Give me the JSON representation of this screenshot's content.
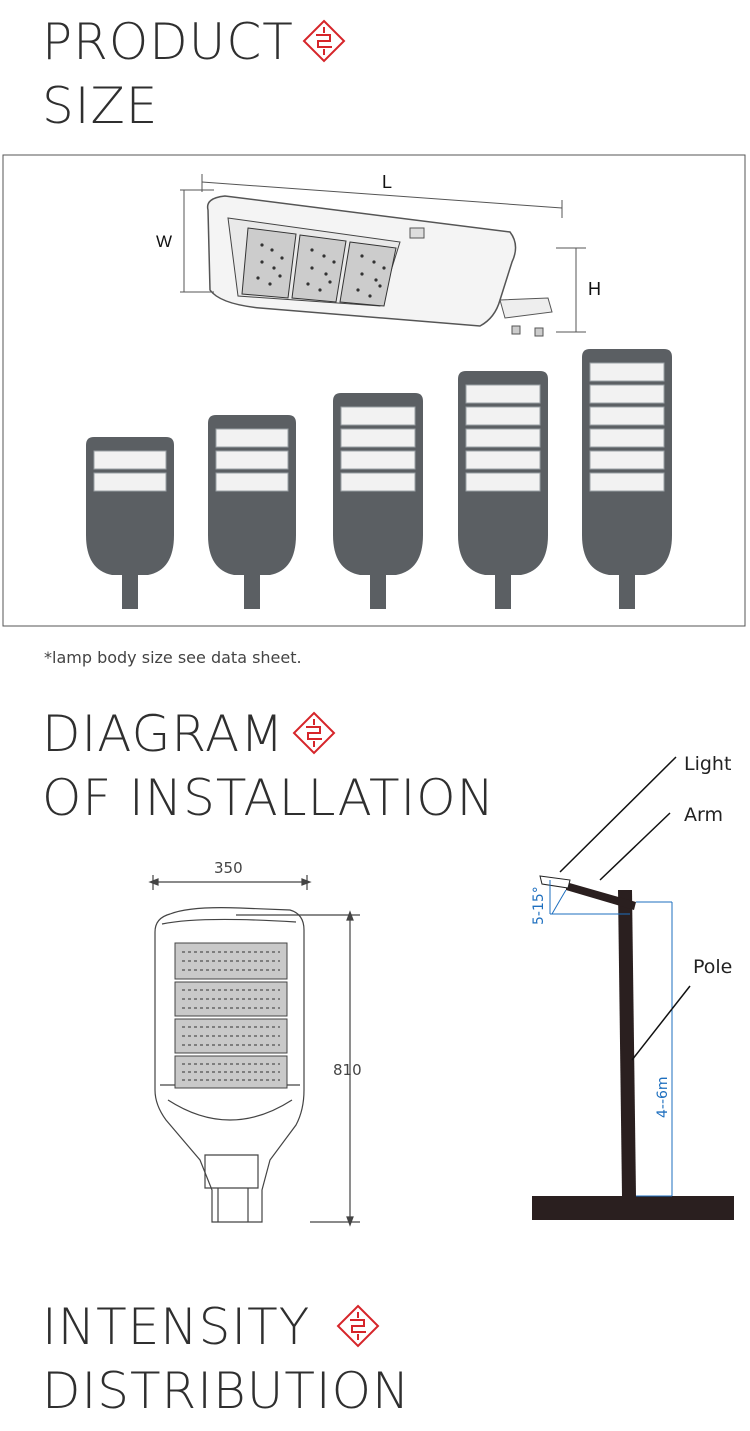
{
  "product_size": {
    "title_line1": "PRODUCT",
    "title_line2": "SIZE",
    "dim_l": "L",
    "dim_w": "W",
    "dim_h": "H",
    "note": "*lamp body size see data sheet.",
    "module_counts": [
      2,
      3,
      4,
      5,
      6
    ]
  },
  "installation": {
    "title_line1": "DIAGRAM",
    "title_line2": "OF INSTALLATION",
    "width_label": "350",
    "height_label": "810",
    "labels": {
      "light": "Light",
      "arm": "Arm",
      "pole": "Pole",
      "angle": "5-15°",
      "height": "4--6m"
    }
  },
  "intensity": {
    "title_line1": "INTENSITY",
    "title_line2": "DISTRIBUTION"
  },
  "colors": {
    "accent": "#d6252a",
    "lamp_body": "#5b5f63",
    "pole": "#2a1f1f",
    "dimension_blue": "#1e6fbf"
  }
}
